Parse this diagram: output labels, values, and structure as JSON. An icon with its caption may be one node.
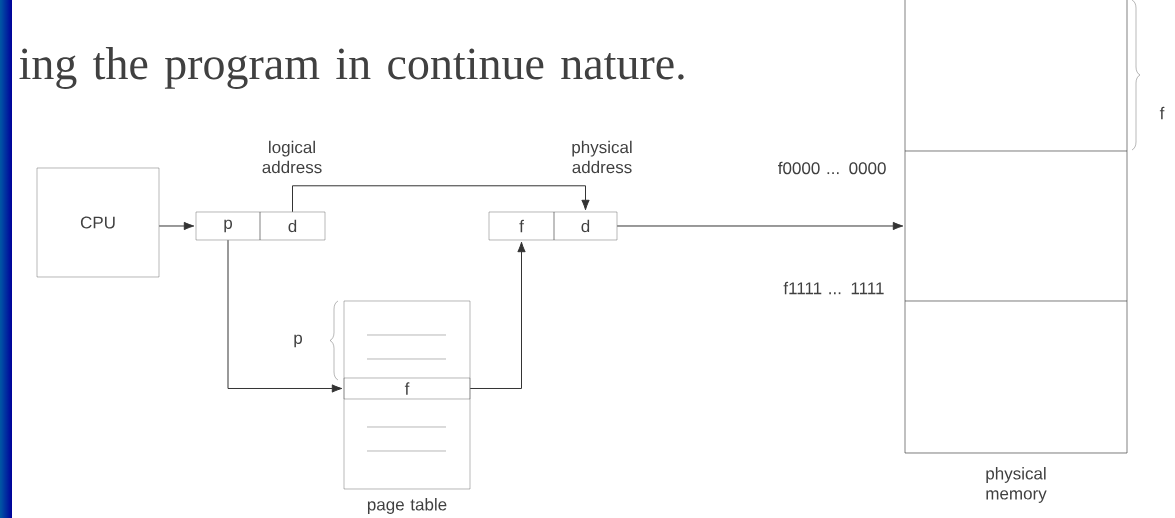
{
  "diagram": {
    "nodes": [
      {
        "text": [
          "CPU"
        ]
      },
      {
        "text": [
          "p"
        ]
      },
      {
        "text": [
          "d"
        ]
      },
      {
        "text": [
          "f"
        ]
      },
      {
        "text": [
          "d"
        ]
      },
      {
        "text": [],
        "shape": "box",
        "beside": [
          "page table"
        ]
      },
      {
        "text": [
          "f"
        ],
        "in": 5
      },
      {
        "text": [],
        "shape": "box",
        "beside": [
          "physical memory"
        ]
      },
      {
        "text": [],
        "shape": "box",
        "in": 7
      },
      {
        "text": [],
        "shape": "box",
        "in": 7
      },
      {
        "text": [],
        "shape": "box",
        "in": 7
      }
    ],
    "edges": [
      {
        "from": 0,
        "to": 1,
        "arrow": "to"
      },
      {
        "from": 2,
        "to": 4,
        "arrow": "to"
      },
      {
        "from": 1,
        "to": 6,
        "arrow": "to"
      },
      {
        "from": 6,
        "to": 3,
        "arrow": "to"
      },
      {
        "from": 4,
        "to": 9,
        "arrow": "to"
      }
    ],
    "labels": [
      "ing the program in continue nature.",
      "f",
      "logical address",
      "physical address",
      "f0000 ... 0000",
      "f1111 ... 1111",
      "p"
    ]
  }
}
